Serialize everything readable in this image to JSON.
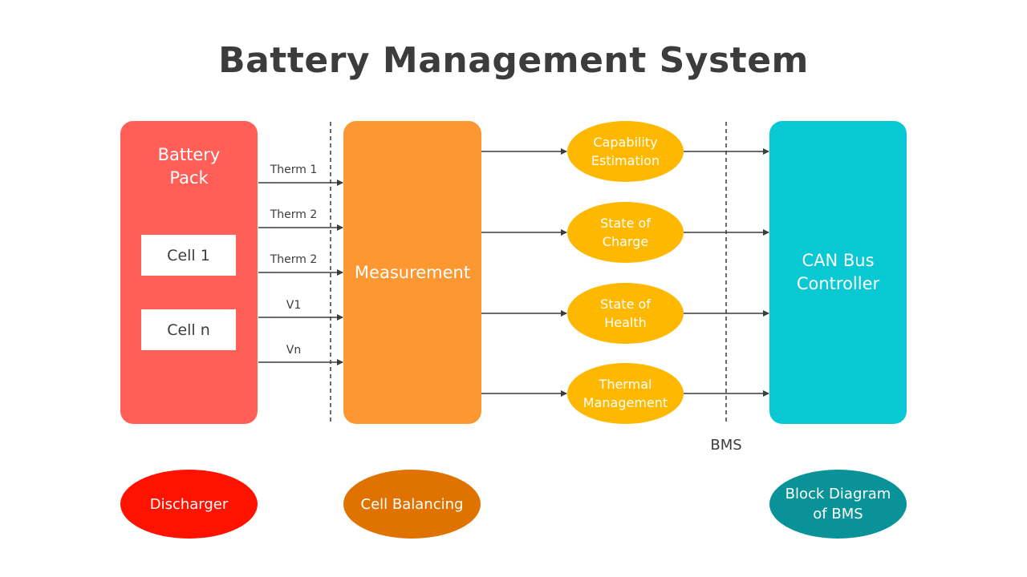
{
  "title": "Battery Management System",
  "battery_pack": {
    "label": "Battery Pack",
    "cells": [
      "Cell 1",
      "Cell n"
    ]
  },
  "signals": [
    "Therm 1",
    "Therm 2",
    "Therm 2",
    "V1",
    "Vn"
  ],
  "measurement": {
    "label": "Measurement"
  },
  "functions": [
    "Capability Estimation",
    "State of Charge",
    "State of Health",
    "Thermal Management"
  ],
  "can_bus": {
    "label": "CAN Bus Controller"
  },
  "bms_label": "BMS",
  "bottom": {
    "discharger": "Discharger",
    "cell_balancing": "Cell Balancing",
    "block_diagram": "Block Diagram of BMS"
  },
  "colors": {
    "battery_pack": "#ff5f57",
    "measurement": "#fd9731",
    "functions": "#ffb800",
    "can_bus": "#08c8d3",
    "discharger": "#ff1200",
    "cell_balancing": "#e07200",
    "block_diagram": "#0a9299"
  }
}
